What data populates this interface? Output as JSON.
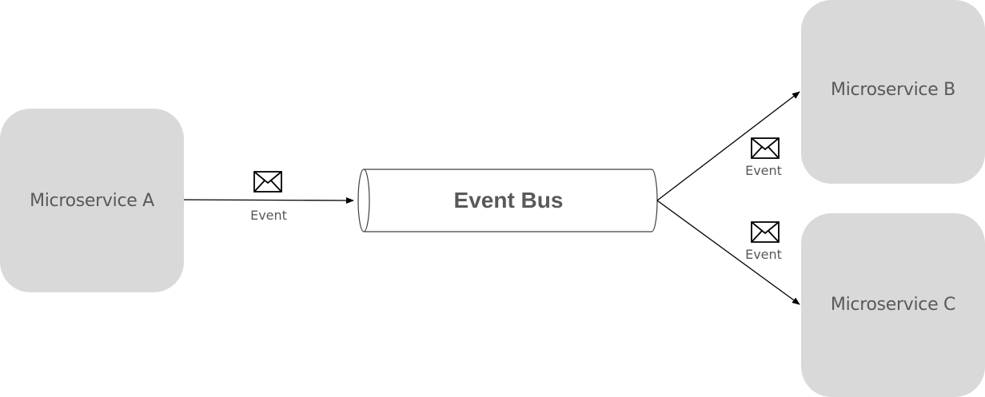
{
  "services": {
    "a": "Microservice A",
    "b": "Microservice B",
    "c": "Microservice C"
  },
  "bus": {
    "label": "Event Bus"
  },
  "events": {
    "a_to_bus": "Event",
    "bus_to_b": "Event",
    "bus_to_c": "Event"
  },
  "colors": {
    "box_fill": "#d9d9d9",
    "text": "#595959",
    "line": "#000000"
  },
  "icons": {
    "event": "envelope-icon"
  }
}
